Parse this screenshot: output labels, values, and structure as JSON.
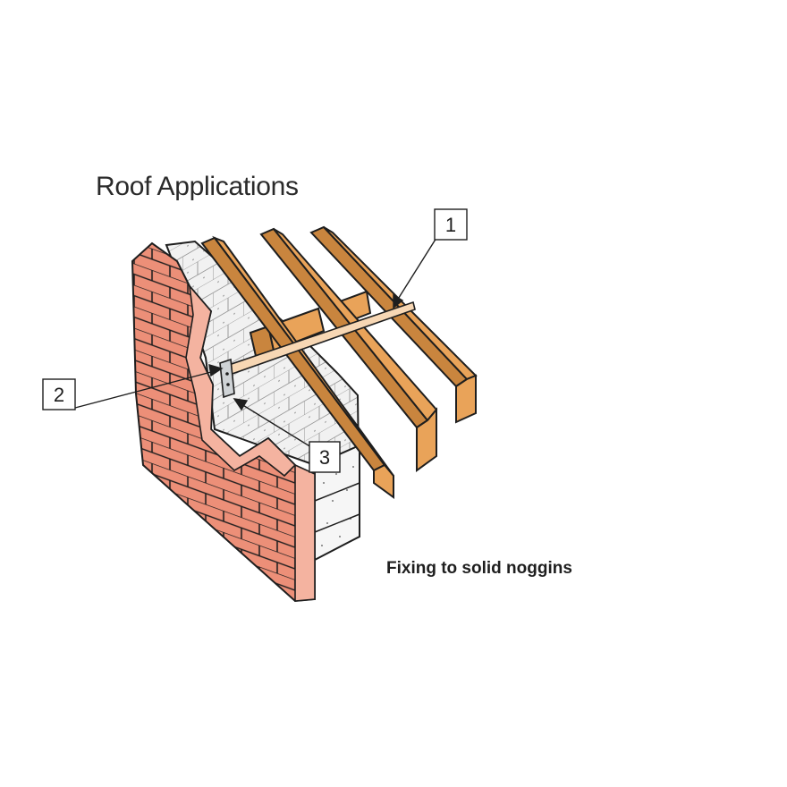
{
  "diagram": {
    "title": "Roof Applications",
    "caption": "Fixing to solid noggins",
    "callouts": [
      {
        "id": "callout-1",
        "label": "1"
      },
      {
        "id": "callout-2",
        "label": "2"
      },
      {
        "id": "callout-3",
        "label": "3"
      }
    ]
  },
  "colors": {
    "brick": "#ec8f78",
    "brick_mortar": "#ffffff",
    "block": "#eeeeee",
    "timber": "#e9a359",
    "timber_dark": "#c9853e",
    "strap": "#f7d7b4",
    "outline": "#1e1e1e"
  }
}
